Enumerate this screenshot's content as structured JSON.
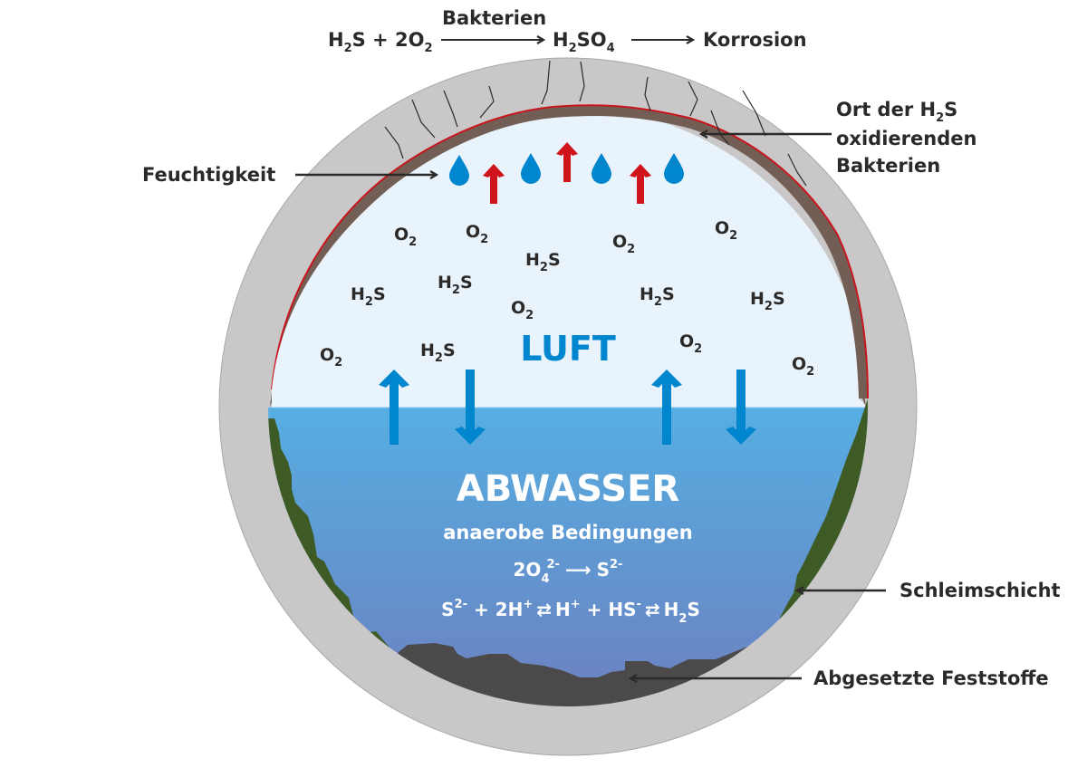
{
  "title_equation": {
    "reactant_1": "H",
    "reactant_1_sub": "2",
    "reactant_1_tail": "S + 2O",
    "reactant_1_tail_sub": "2",
    "catalyst": "Bakterien",
    "product_1": "H",
    "product_1_sub": "2",
    "product_1_tail": "SO",
    "product_1_tail_sub": "4",
    "result": "Korrosion"
  },
  "callouts": {
    "bacteria_site": {
      "line1_a": "Ort der H",
      "line1_sub": "2",
      "line1_b": "S",
      "line2": "oxidierenden",
      "line3": "Bakterien"
    },
    "moisture": "Feuchtigkeit",
    "slime_layer": "Schleimschicht",
    "sediment": "Abgesetzte Feststoffe"
  },
  "air_zone": {
    "label": "LUFT",
    "molecules": [
      {
        "base": "O",
        "sub": "2",
        "tail": ""
      },
      {
        "base": "O",
        "sub": "2",
        "tail": ""
      },
      {
        "base": "H",
        "sub": "2",
        "tail": "S"
      },
      {
        "base": "O",
        "sub": "2",
        "tail": ""
      },
      {
        "base": "O",
        "sub": "2",
        "tail": ""
      },
      {
        "base": "H",
        "sub": "2",
        "tail": "S"
      },
      {
        "base": "H",
        "sub": "2",
        "tail": "S"
      },
      {
        "base": "O",
        "sub": "2",
        "tail": ""
      },
      {
        "base": "H",
        "sub": "2",
        "tail": "S"
      },
      {
        "base": "H",
        "sub": "2",
        "tail": "S"
      },
      {
        "base": "O",
        "sub": "2",
        "tail": ""
      },
      {
        "base": "H",
        "sub": "2",
        "tail": "S"
      },
      {
        "base": "O",
        "sub": "2",
        "tail": ""
      },
      {
        "base": "O",
        "sub": "2",
        "tail": ""
      }
    ]
  },
  "water_zone": {
    "label": "ABWASSER",
    "condition": "anaerobe Bedingungen",
    "reaction_1": {
      "a": "2O",
      "a_sub": "4",
      "a_sup": "2-",
      "arrow": "⟶",
      "b": "S",
      "b_sup": "2-"
    },
    "reaction_2": {
      "p1": "S",
      "p1_sup": "2-",
      "p2": " + 2H",
      "p2_sup": "+",
      "eq1": "⇄",
      "p3": "H",
      "p3_sup": "+",
      "p4": " + HS",
      "p4_sup": "-",
      "eq2": "⇄",
      "p5": "H",
      "p5_sub": "2",
      "p6": "S"
    }
  },
  "colors": {
    "pipe_wall": "#c9c7c8",
    "corrosion_layer": "#735e55",
    "bacteria_line": "#c8161d",
    "air": "#e8f3fb",
    "water_top": "#56aee2",
    "water_bottom": "#6d7fbf",
    "slime": "#3f5b25",
    "sediment": "#4b494a",
    "accent_blue": "#0086cf",
    "accent_red": "#d0141c",
    "text": "#2b2a29"
  }
}
